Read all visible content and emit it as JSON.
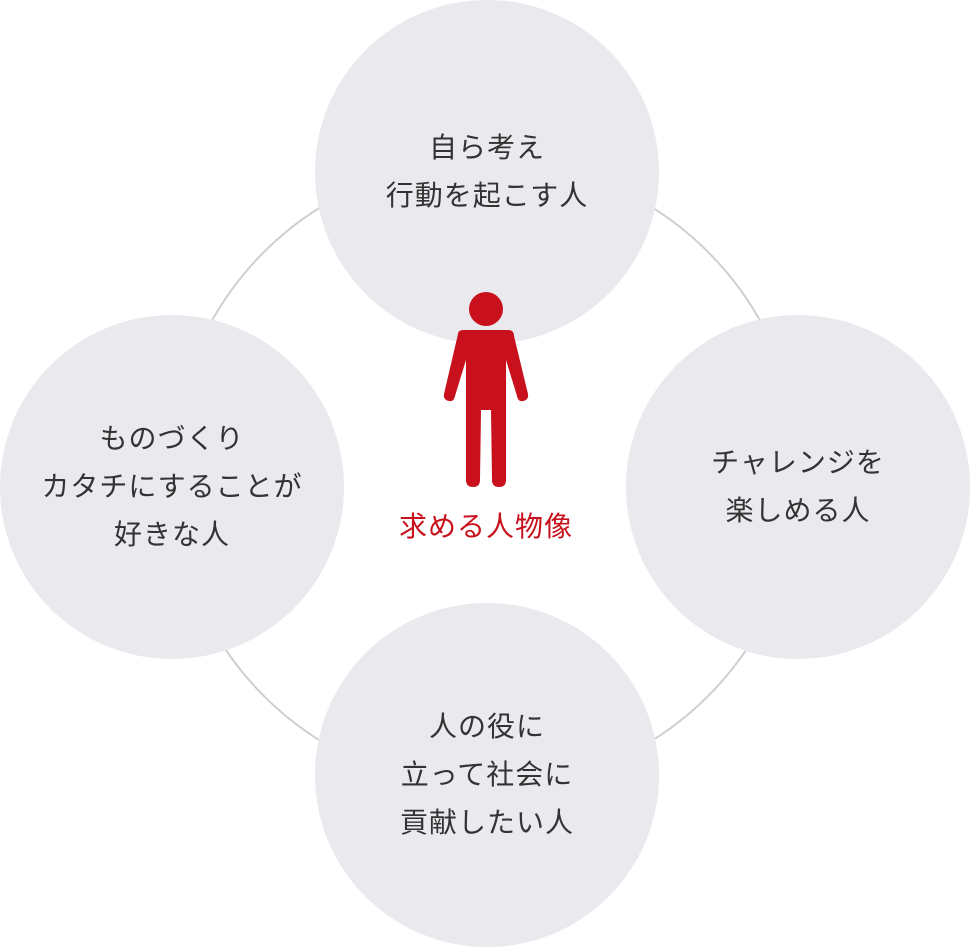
{
  "center": {
    "label": "求める人物像",
    "icon": "person-icon",
    "color": "#c8111c"
  },
  "traits": {
    "top": {
      "lines": [
        "自ら考え",
        "行動を起こす人"
      ]
    },
    "left": {
      "lines": [
        "ものづくり",
        "カタチにすることが",
        "好きな人"
      ]
    },
    "right": {
      "lines": [
        "チャレンジを",
        "楽しめる人"
      ]
    },
    "bottom": {
      "lines": [
        "人の役に",
        "立って社会に",
        "貢献したい人"
      ]
    }
  },
  "colors": {
    "bubble": "#e9e9ee",
    "ring": "#cfcfd3",
    "text": "#333333",
    "accent": "#c8111c"
  }
}
